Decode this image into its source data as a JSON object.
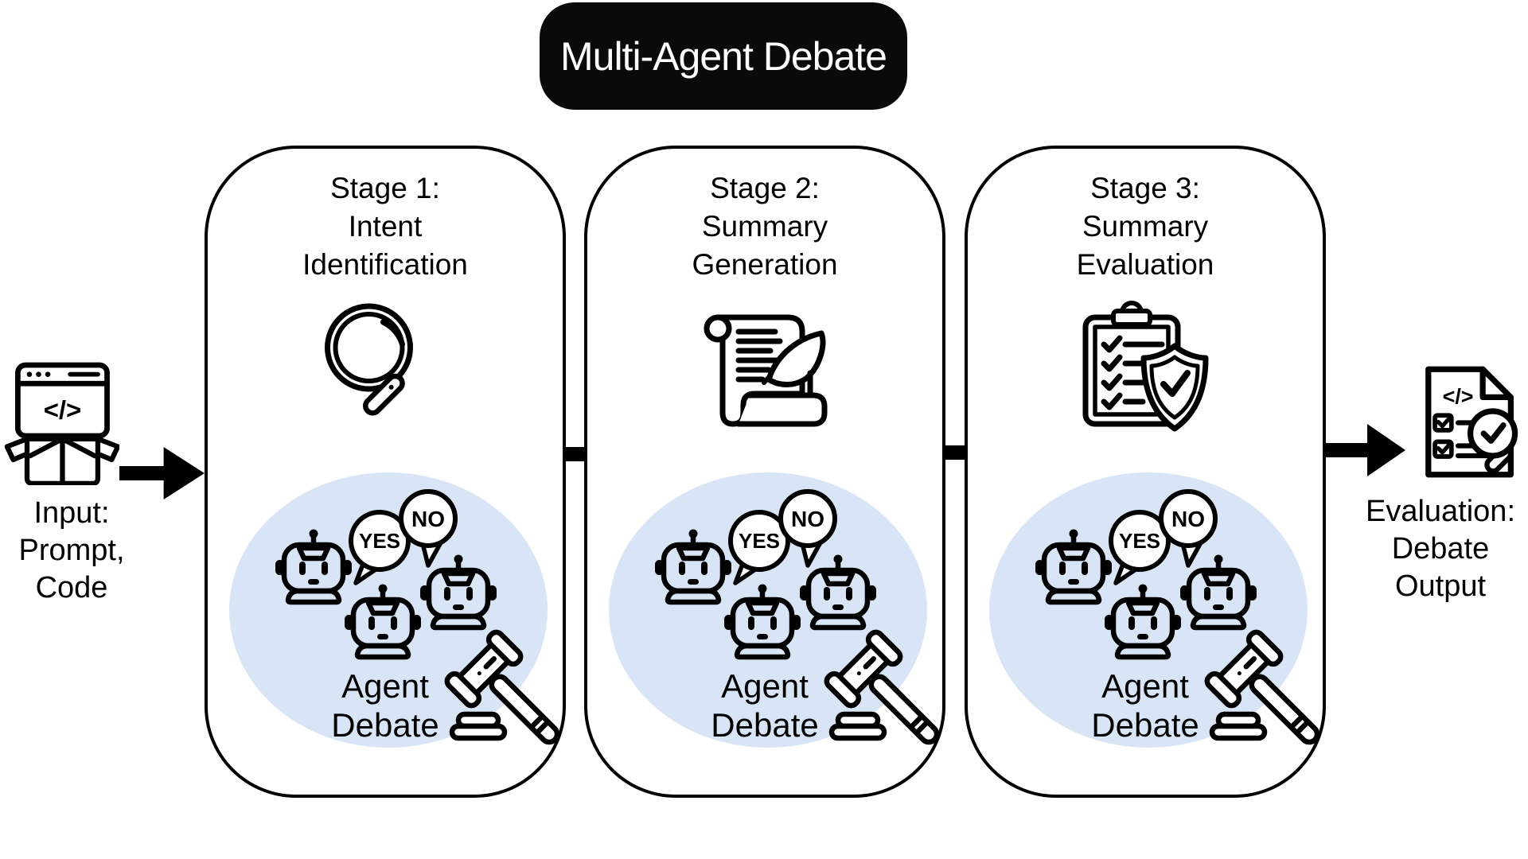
{
  "title": "Multi-Agent Debate",
  "input": {
    "icon": "code-package-icon",
    "label_lines": [
      "Input:",
      "Prompt,",
      "Code"
    ]
  },
  "output": {
    "icon": "document-review-icon",
    "label_lines": [
      "Evaluation:",
      "Debate",
      "Output"
    ]
  },
  "stages": [
    {
      "icon": "magnifier-icon",
      "label_lines": [
        "Stage 1:",
        "Intent",
        "Identification"
      ]
    },
    {
      "icon": "scroll-quill-icon",
      "label_lines": [
        "Stage 2:",
        "Summary",
        "Generation"
      ]
    },
    {
      "icon": "clipboard-shield-icon",
      "label_lines": [
        "Stage 3:",
        "Summary",
        "Evaluation"
      ]
    }
  ],
  "cluster": {
    "yes_label": "YES",
    "no_label": "NO",
    "label_lines": [
      "Agent",
      "Debate"
    ],
    "icons": [
      "robot-icon",
      "robot-icon",
      "robot-icon",
      "gavel-icon"
    ]
  },
  "icons": {
    "code_glyph": "</>"
  },
  "colors": {
    "ink": "#000000",
    "background": "#ffffff",
    "title_bg": "#0a0a0a",
    "title_fg": "#ffffff",
    "debate_ellipse": "#d8e5f7"
  }
}
